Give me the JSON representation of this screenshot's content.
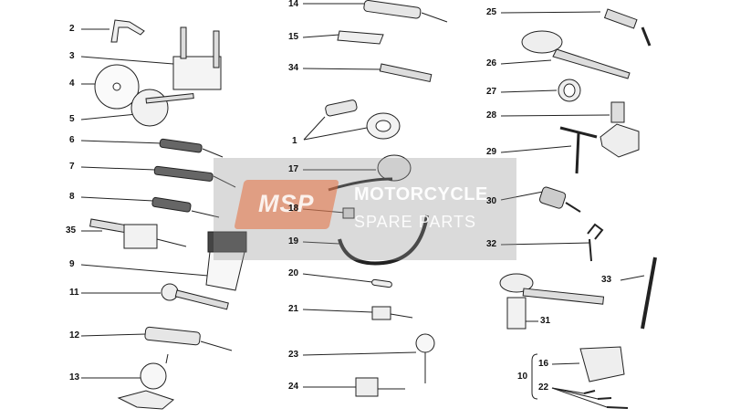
{
  "callouts": [
    "2",
    "3",
    "4",
    "5",
    "6",
    "7",
    "8",
    "35",
    "9",
    "11",
    "12",
    "13",
    "14",
    "15",
    "34",
    "1",
    "17",
    "18",
    "19",
    "20",
    "21",
    "23",
    "24",
    "25",
    "26",
    "27",
    "28",
    "29",
    "30",
    "32",
    "33",
    "31",
    "10",
    "16",
    "22"
  ],
  "watermark": {
    "badge": "MSP",
    "line1": "MOTORCYCLE",
    "line2": "SPARE PARTS"
  }
}
